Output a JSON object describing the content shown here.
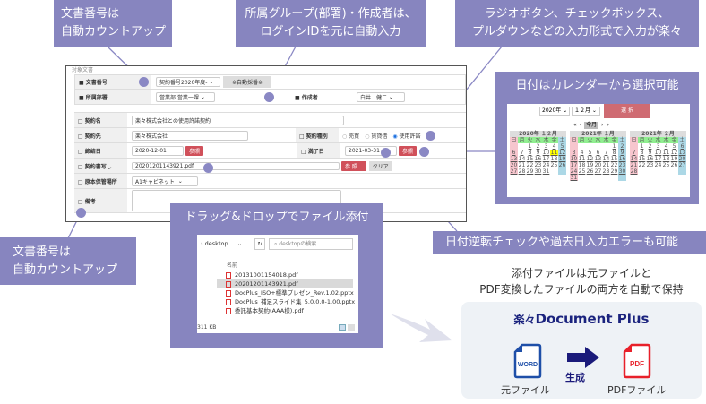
{
  "callouts": {
    "auto_count_top": [
      "文書番号は",
      "自動カウントアップ"
    ],
    "group_author": [
      "所属グループ(部署)・作成者は、",
      "ログインIDを元に自動入力"
    ],
    "input_forms": [
      "ラジオボタン、チェックボックス、",
      "プルダウンなどの入力形式で入力が楽々"
    ],
    "calendar": "日付はカレンダーから選択可能",
    "auto_count_bottom": [
      "文書番号は",
      "自動カウントアップ"
    ],
    "drag_drop": "ドラッグ&ドロップでファイル添付",
    "date_check": "日付逆転チェックや過去日入力エラーも可能"
  },
  "form": {
    "section": "対象文書",
    "doc_no_label": "■ 文書番号",
    "doc_no_value": "契約番号2020年度-",
    "auto_btn": "※自動採番※",
    "dept_label": "■ 所属部署",
    "dept_value": "営業部 営業一課",
    "author_label": "■ 作成者",
    "author_value": "白井　健二",
    "name_label": "□ 契約名",
    "name_value": "楽々株式会社との使用許諾契約",
    "party_label": "□ 契約先",
    "party_value": "楽々株式会社",
    "type_label": "□ 契約種別",
    "type_options": [
      "売買",
      "賃貸借",
      "使用許諾"
    ],
    "type_selected": 2,
    "sign_label": "□ 締結日",
    "sign_value": "2020-12-01",
    "ref": "参照",
    "end_label": "□ 満了日",
    "end_value": "2021-03-31",
    "copy_label": "□ 契約書写し",
    "copy_value": "20201201143921.pdf",
    "ref2": "参 照...",
    "clear": "クリア",
    "storage_label": "□ 原本保管場所",
    "storage_value": "A1キャビネット",
    "note_label": "□ 備考"
  },
  "calendar": {
    "year": "2020年",
    "month": "１２月",
    "select": "選 択",
    "today": "今月",
    "weekdays": [
      "日",
      "月",
      "火",
      "水",
      "木",
      "金",
      "土"
    ],
    "highlight": "11",
    "months": [
      {
        "title": "2020年 １２月",
        "weeks": [
          [
            "",
            "",
            "1",
            "2",
            "3",
            "4",
            "5"
          ],
          [
            "6",
            "7",
            "8",
            "9",
            "10",
            "11",
            "12"
          ],
          [
            "13",
            "14",
            "15",
            "16",
            "17",
            "18",
            "19"
          ],
          [
            "20",
            "21",
            "22",
            "23",
            "24",
            "25",
            "26"
          ],
          [
            "27",
            "28",
            "29",
            "30",
            "31",
            "",
            ""
          ]
        ]
      },
      {
        "title": "2021年 １月",
        "weeks": [
          [
            "",
            "",
            "",
            "",
            "",
            "1",
            "2"
          ],
          [
            "3",
            "4",
            "5",
            "6",
            "7",
            "8",
            "9"
          ],
          [
            "10",
            "11",
            "12",
            "13",
            "14",
            "15",
            "16"
          ],
          [
            "17",
            "18",
            "19",
            "20",
            "21",
            "22",
            "23"
          ],
          [
            "24",
            "25",
            "26",
            "27",
            "28",
            "29",
            "30"
          ],
          [
            "31",
            "",
            "",
            "",
            "",
            "",
            ""
          ]
        ]
      },
      {
        "title": "2021年 ２月",
        "weeks": [
          [
            "",
            "1",
            "2",
            "3",
            "4",
            "5",
            "6"
          ],
          [
            "7",
            "8",
            "9",
            "10",
            "11",
            "12",
            "13"
          ],
          [
            "14",
            "15",
            "16",
            "17",
            "18",
            "19",
            "20"
          ],
          [
            "21",
            "22",
            "23",
            "24",
            "25",
            "26",
            "27"
          ],
          [
            "28",
            "",
            "",
            "",
            "",
            "",
            ""
          ]
        ]
      }
    ],
    "colors": {
      "sun": "#f7c6ce",
      "sat": "#acd8e6",
      "weekday": "#90ee90",
      "today": "#ffff00",
      "select": "#cf6b72"
    }
  },
  "explorer": {
    "folder": "desktop",
    "search_placeholder": "desktopの検索",
    "col_name": "名前",
    "files": [
      "20131001154018.pdf",
      "20201201143921.pdf",
      "DocPlus_ISO+標準プレゼン_Rev.1.02.pptx",
      "DocPlus_補足スライド集_5.0.0.0-1.00.pptx",
      "委託基本契約(AAA様).pdf"
    ],
    "selected": 1,
    "status": "311 KB"
  },
  "result": {
    "caption": [
      "添付ファイルは元ファイルと",
      "PDF変換したファイルの両方を自動で保持"
    ],
    "logo_jp": "楽々",
    "logo": "Document Plus",
    "word": "WORD",
    "pdf": "PDF",
    "generate": "生成",
    "original": "元ファイル",
    "pdf_file": "PDFファイル"
  },
  "colors": {
    "callout": "#8785bf",
    "logo": "#1a237e",
    "word": "#1e4fa8",
    "pdf": "#e8202a",
    "arrow": "#1a1a7a"
  }
}
